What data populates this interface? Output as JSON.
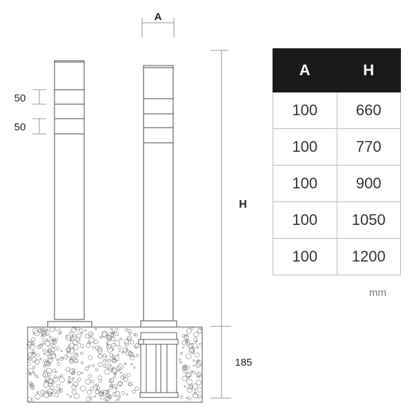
{
  "dimensions": {
    "width_label": "A",
    "height_label": "H",
    "band_1": "50",
    "band_2": "50",
    "depth": "185"
  },
  "table": {
    "headers": [
      "A",
      "H"
    ],
    "rows": [
      [
        "100",
        "660"
      ],
      [
        "100",
        "770"
      ],
      [
        "100",
        "900"
      ],
      [
        "100",
        "1050"
      ],
      [
        "100",
        "1200"
      ]
    ],
    "unit": "mm"
  },
  "colors": {
    "line": "#666666",
    "header_bg": "#1a1a1a"
  }
}
